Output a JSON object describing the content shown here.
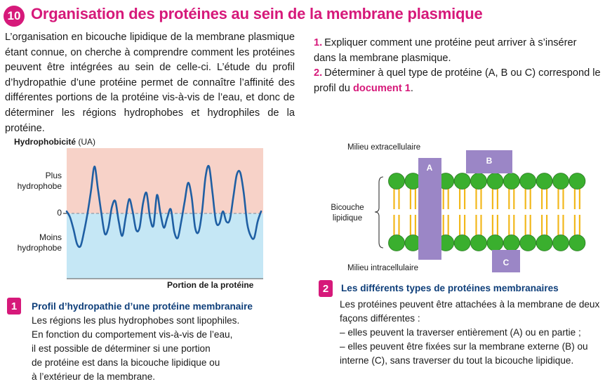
{
  "header": {
    "number": "10",
    "title": "Organisation des protéines au sein de la membrane plasmique"
  },
  "intro": "L’organisation en bicouche lipidique de la membrane plasmique étant connue, on cherche à comprendre comment les protéines peuvent être intégrées au sein de celle-ci. L’étude du profil d’hydropathie d’une protéine permet de connaître l’affinité des différentes portions de la protéine vis-à-vis de l’eau, et donc de déterminer les régions hydrophobes et hydrophiles de la protéine.",
  "questions": [
    {
      "num": "1.",
      "text": "Expliquer comment une protéine peut arriver à s’insérer dans la membrane plasmique."
    },
    {
      "num": "2.",
      "text_before": "Déterminer à quel type de protéine (A, B ou C) correspond le profil du ",
      "doc_ref": "document 1",
      "text_after": "."
    }
  ],
  "chart_data": {
    "type": "line",
    "ylabel_bold": "Hydrophobicité",
    "ylabel_unit": " (UA)",
    "xlabel": "Portion de la protéine",
    "y_labels": {
      "top": "Plus hydrophobe",
      "zero": "0",
      "bottom": "Moins hydrophobe"
    },
    "x": [
      0,
      1,
      2,
      3,
      4,
      5,
      6,
      7,
      8,
      9,
      10,
      11,
      12,
      13,
      14,
      15,
      16,
      17,
      18,
      19,
      20,
      21,
      22,
      23,
      24,
      25,
      26,
      27,
      28,
      29,
      30,
      31,
      32,
      33,
      34,
      35,
      36,
      37,
      38,
      39,
      40,
      41,
      42,
      43,
      44,
      45,
      46,
      47,
      48,
      49,
      50,
      51,
      52,
      53,
      54,
      55,
      56
    ],
    "values": [
      0.05,
      -0.1,
      -0.4,
      -0.75,
      -0.8,
      -0.45,
      0,
      0.55,
      1.15,
      0.6,
      0,
      -0.5,
      -0.35,
      0.15,
      0.3,
      -0.2,
      -0.55,
      -0.1,
      0.35,
      0.05,
      -0.4,
      -0.35,
      0.25,
      0.5,
      -0.1,
      -0.3,
      0.45,
      0,
      -0.35,
      -0.1,
      0.1,
      -0.45,
      -0.6,
      -0.2,
      0.3,
      0.75,
      0.4,
      -0.35,
      -0.45,
      0.05,
      0.9,
      1.15,
      0.5,
      -0.2,
      -0.25,
      0.05,
      -0.2,
      -0.15,
      0.4,
      0.95,
      1.0,
      0.5,
      -0.25,
      -0.55,
      -0.6,
      -0.2,
      0.05
    ],
    "ylim": [
      -1.6,
      1.6
    ]
  },
  "membrane": {
    "label_extra": "Milieu extracellulaire",
    "label_intra": "Milieu intracellulaire",
    "label_bicouche": "Bicouche lipidique",
    "protein_a": "A",
    "protein_b": "B",
    "protein_c": "C",
    "colors": {
      "head": "#3aaf2e",
      "tail": "#f2b81c",
      "protein": "#9b86c6"
    }
  },
  "doc1": {
    "badge": "1",
    "title": "Profil d’hydropathie d’une protéine membranaire",
    "lines": [
      "Les régions les plus hydrophobes sont lipophiles.",
      "En fonction du comportement vis-à-vis de l’eau,",
      "il est possible de déterminer si une portion",
      "de protéine est dans la bicouche lipidique ou",
      "à l’extérieur de la membrane."
    ]
  },
  "doc2": {
    "badge": "2",
    "title": "Les différents types de protéines membranaires",
    "lines": [
      "Les protéines peuvent être attachées à la membrane de deux façons différentes :",
      "– elles peuvent la traverser entièrement (A) ou en partie ;",
      "– elles peuvent être fixées sur la membrane externe (B) ou interne (C), sans traverser du tout la bicouche lipidique."
    ]
  },
  "colors": {
    "accent": "#d6197a",
    "caption_title": "#0f3f7a",
    "curve": "#1f5fa3"
  }
}
